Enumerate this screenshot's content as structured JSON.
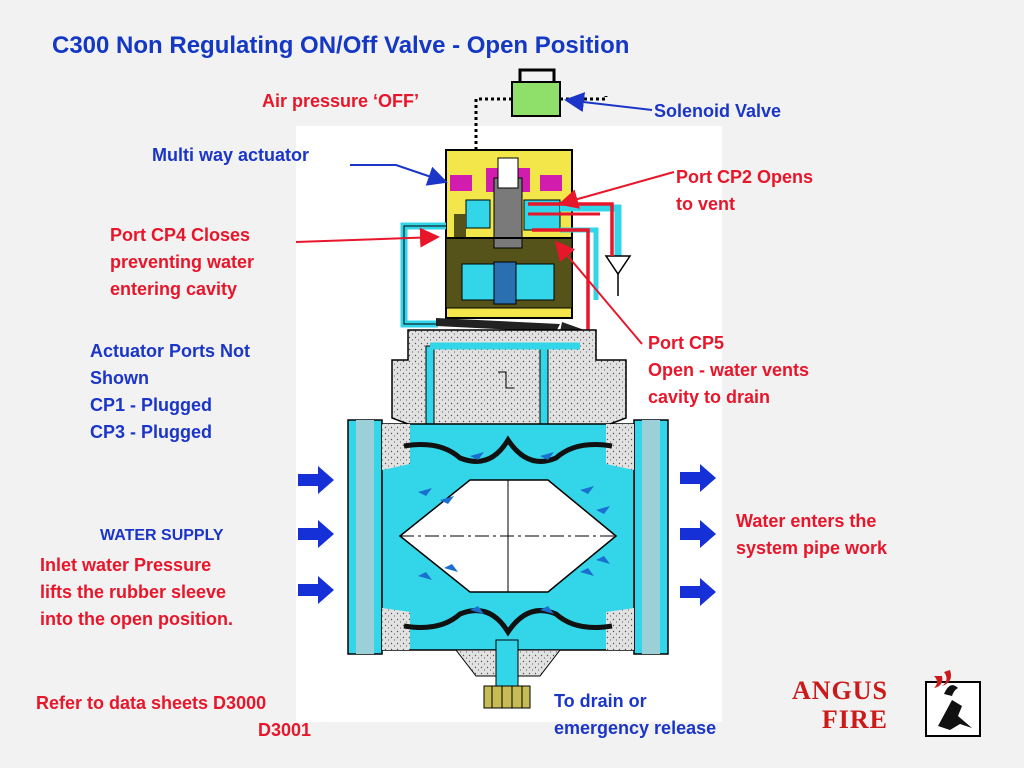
{
  "title": "C300 Non Regulating ON/Off Valve - Open Position",
  "labels": {
    "air_pressure": "Air pressure ‘OFF’",
    "solenoid_valve": "Solenoid Valve",
    "multi_way_actuator": "Multi way actuator",
    "port_cp2": [
      "Port CP2 Opens",
      "to vent"
    ],
    "port_cp4": [
      "Port CP4 Closes",
      "preventing water",
      "entering cavity"
    ],
    "actuator_ports": [
      "Actuator Ports Not",
      "Shown",
      "CP1 - Plugged",
      "CP3 - Plugged"
    ],
    "port_cp5": [
      "Port CP5",
      "Open - water vents",
      "cavity to drain"
    ],
    "water_supply": "WATER SUPPLY",
    "inlet_pressure": [
      "Inlet water Pressure",
      "lifts the rubber sleeve",
      "into the open position."
    ],
    "water_enters": [
      "Water enters the",
      "system pipe work"
    ],
    "refer": [
      "Refer to data sheets D3000",
      "D3001"
    ],
    "drain": [
      "To drain or",
      "emergency release"
    ]
  },
  "logo": {
    "line1": "ANGUS",
    "line2": "FIRE"
  },
  "colors": {
    "title_blue": "#1438c4",
    "label_blue": "#1a35c8",
    "label_red": "#e8162b",
    "water_cyan": "#33d6e8",
    "actuator_yellow": "#f2e64a",
    "solenoid_green": "#8ee06a",
    "magenta": "#d21cae"
  }
}
